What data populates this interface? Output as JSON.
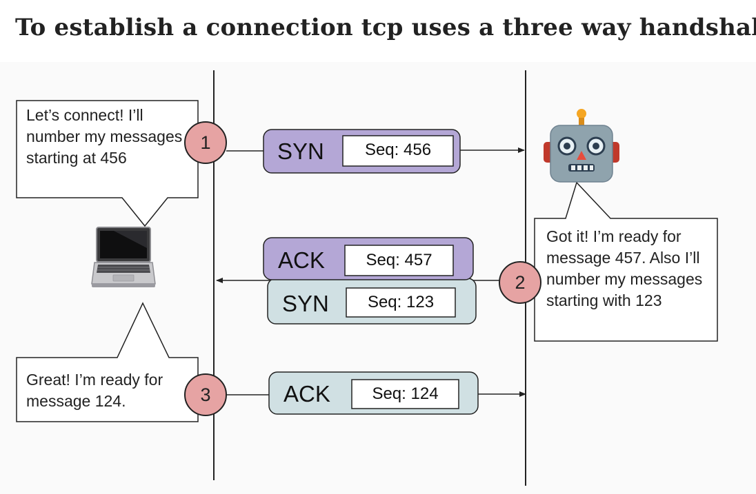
{
  "title": "To establish a connection tcp uses a three way handshake.",
  "client_icon": "laptop-icon",
  "server_icon": "robot-icon",
  "steps": [
    {
      "number": "1",
      "direction": "client-to-server",
      "bubble": "Let’s connect! I’ll number my messages starting at 456"
    },
    {
      "number": "2",
      "direction": "server-to-client",
      "bubble": "Got it! I’m ready for message 457. Also I’ll number my messages starting with 123"
    },
    {
      "number": "3",
      "direction": "client-to-server",
      "bubble": "Great! I’m ready for message 124."
    }
  ],
  "packets": [
    {
      "type": "SYN",
      "seq": "Seq: 456",
      "color": "#b4a7d6"
    },
    {
      "type": "ACK",
      "seq": "Seq: 457",
      "color": "#b4a7d6"
    },
    {
      "type": "SYN",
      "seq": "Seq: 123",
      "color": "#d0e0e3"
    },
    {
      "type": "ACK",
      "seq": "Seq: 124",
      "color": "#d0e0e3"
    }
  ],
  "colors": {
    "step_circle": "#e6a3a3",
    "purple_packet": "#b4a7d6",
    "blue_packet": "#d0e0e3",
    "line": "#222222"
  }
}
